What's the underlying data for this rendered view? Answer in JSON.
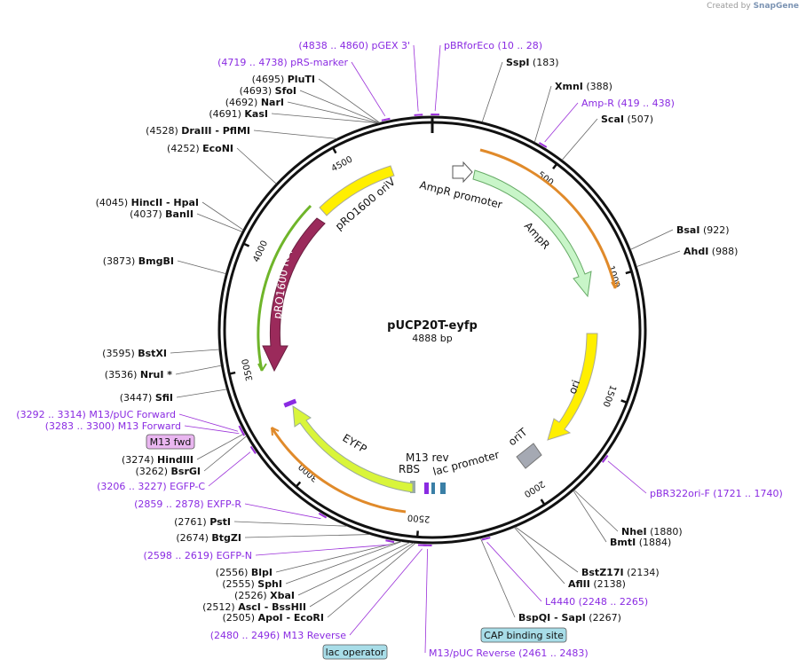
{
  "credit": {
    "prefix": "Created by",
    "brand": "SnapGene"
  },
  "plasmid": {
    "name": "pUCP20T-eyfp",
    "length": "4888 bp"
  },
  "ticks": [
    "500",
    "1000",
    "1500",
    "2000",
    "2500",
    "3000",
    "3500",
    "4000",
    "4500"
  ],
  "features": [
    {
      "label": "AmpR promoter"
    },
    {
      "label": "AmpR"
    },
    {
      "label": "ori"
    },
    {
      "label": "oriT"
    },
    {
      "label": "lac promoter"
    },
    {
      "label": "M13 rev"
    },
    {
      "label": "RBS"
    },
    {
      "label": "EYFP"
    },
    {
      "label": "pRO1600 Rep"
    },
    {
      "label": "pRO1600 oriV"
    }
  ],
  "sites": [
    {
      "pos": "(183)",
      "name": "SspI",
      "secondary": ""
    },
    {
      "pos": "(388)",
      "name": "XmnI",
      "secondary": ""
    },
    {
      "pos": "(507)",
      "name": "ScaI",
      "secondary": ""
    },
    {
      "pos": "(922)",
      "name": "BsaI",
      "secondary": ""
    },
    {
      "pos": "(988)",
      "name": "AhdI",
      "secondary": ""
    },
    {
      "pos": "(1880)",
      "name": "NheI",
      "secondary": ""
    },
    {
      "pos": "(1884)",
      "name": "BmtI",
      "secondary": ""
    },
    {
      "pos": "(2134)",
      "name": "BstZ17I",
      "secondary": ""
    },
    {
      "pos": "(2138)",
      "name": "AflII",
      "secondary": ""
    },
    {
      "pos": "(2267)",
      "name": "BspQI",
      "secondary": "- SapI"
    },
    {
      "pos": "(2505)",
      "name": "ApoI",
      "secondary": "- EcoRI"
    },
    {
      "pos": "(2512)",
      "name": "AscI",
      "secondary": "- BssHII"
    },
    {
      "pos": "(2526)",
      "name": "XbaI",
      "secondary": ""
    },
    {
      "pos": "(2555)",
      "name": "SphI",
      "secondary": ""
    },
    {
      "pos": "(2556)",
      "name": "BlpI",
      "secondary": ""
    },
    {
      "pos": "(2674)",
      "name": "BtgZI",
      "secondary": ""
    },
    {
      "pos": "(2761)",
      "name": "PstI",
      "secondary": ""
    },
    {
      "pos": "(3262)",
      "name": "BsrGI",
      "secondary": ""
    },
    {
      "pos": "(3274)",
      "name": "HindIII",
      "secondary": ""
    },
    {
      "pos": "(3447)",
      "name": "SfiI",
      "secondary": ""
    },
    {
      "pos": "(3536)",
      "name": "NruI *",
      "secondary": ""
    },
    {
      "pos": "(3595)",
      "name": "BstXI",
      "secondary": ""
    },
    {
      "pos": "(3873)",
      "name": "BmgBI",
      "secondary": ""
    },
    {
      "pos": "(4037)",
      "name": "BanII",
      "secondary": ""
    },
    {
      "pos": "(4045)",
      "name": "HincII",
      "secondary": "- HpaI"
    },
    {
      "pos": "(4252)",
      "name": "EcoNI",
      "secondary": ""
    },
    {
      "pos": "(4528)",
      "name": "DraIII",
      "secondary": "- PflMI"
    },
    {
      "pos": "(4691)",
      "name": "KasI",
      "secondary": ""
    },
    {
      "pos": "(4692)",
      "name": "NarI",
      "secondary": ""
    },
    {
      "pos": "(4693)",
      "name": "SfoI",
      "secondary": ""
    },
    {
      "pos": "(4695)",
      "name": "PluTI",
      "secondary": ""
    }
  ],
  "primers": [
    {
      "range": "(4838 .. 4860)",
      "name": "pGEX 3'"
    },
    {
      "range": "(10 .. 28)",
      "name": "pBRforEco"
    },
    {
      "range": "(4719 .. 4738)",
      "name": "pRS-marker"
    },
    {
      "range": "(419 .. 438)",
      "name": "Amp-R"
    },
    {
      "range": "(1721 .. 1740)",
      "name": "pBR322ori-F"
    },
    {
      "range": "(2248 .. 2265)",
      "name": "L4440"
    },
    {
      "range": "(2461 .. 2483)",
      "name": "M13/pUC Reverse"
    },
    {
      "range": "(2480 .. 2496)",
      "name": "M13 Reverse"
    },
    {
      "range": "(2598 .. 2619)",
      "name": "EGFP-N"
    },
    {
      "range": "(2859 .. 2878)",
      "name": "EXFP-R"
    },
    {
      "range": "(3206 .. 3227)",
      "name": "EGFP-C"
    },
    {
      "range": "(3283 .. 3300)",
      "name": "M13 Forward"
    },
    {
      "range": "(3292 .. 3314)",
      "name": "M13/pUC Forward"
    }
  ],
  "boxed": [
    {
      "label": "M13 fwd"
    },
    {
      "label": "CAP binding site"
    },
    {
      "label": "lac operator"
    }
  ],
  "colors": {
    "backbone": "#111111",
    "primer": "#9b30d9",
    "ampr": "#c8f5c8",
    "ori": "#ffef00",
    "rep": "#9b2a5b",
    "eyfp": "#d9f53a",
    "orit": "#a5a9b3",
    "orange_line": "#e08a2a",
    "green_line": "#6fb52a",
    "lac": "#3a7fa6",
    "m13_box": "#e9b6f0",
    "cap_box": "#a8dde8"
  }
}
